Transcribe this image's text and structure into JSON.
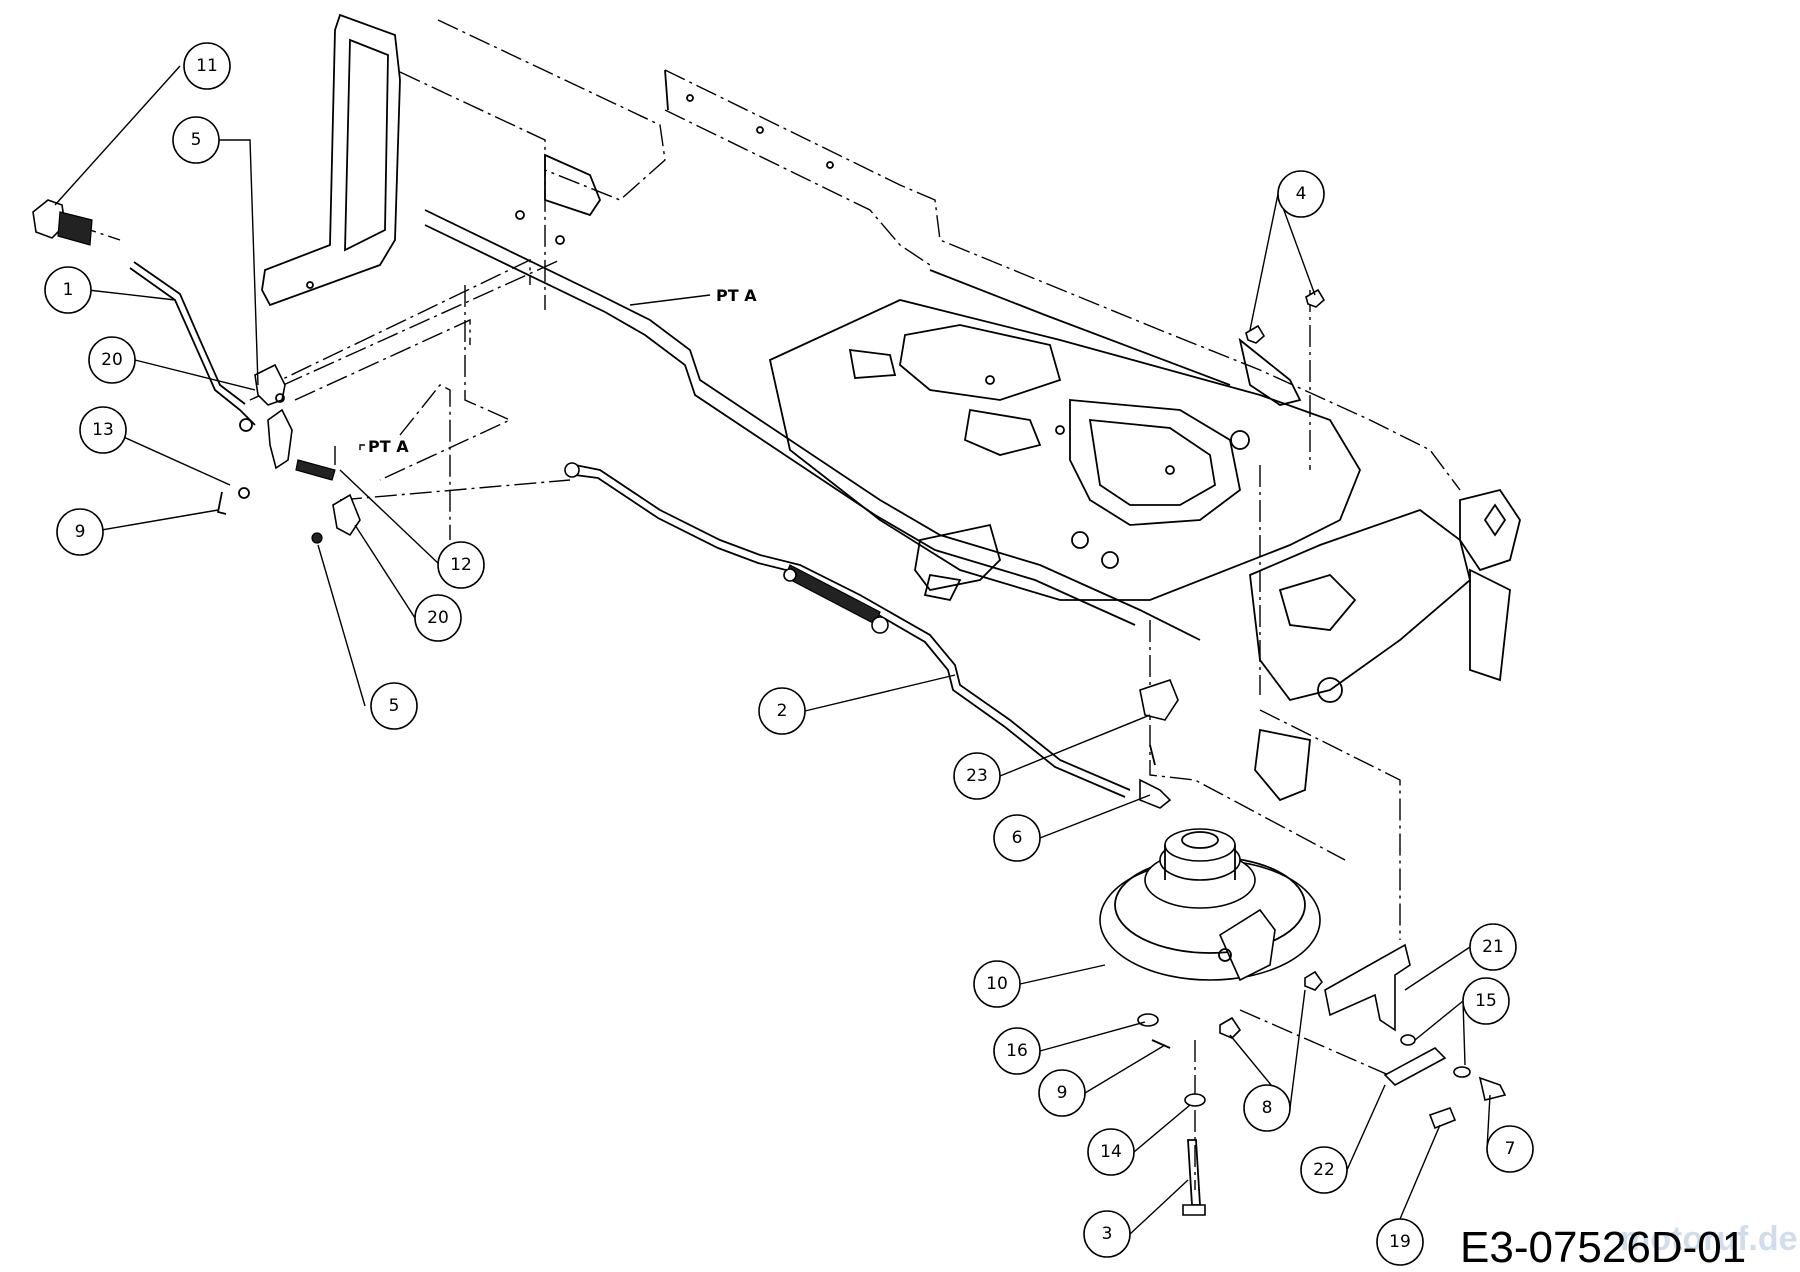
{
  "drawing_number": "E3-07526D-01",
  "watermark": "motoruf.de",
  "reference_labels": [
    "PT A",
    "PT A"
  ],
  "colors": {
    "line": "#000000",
    "background": "#ffffff",
    "watermark": "#c8d8ea"
  },
  "callouts": [
    {
      "id": "c11",
      "label": "11"
    },
    {
      "id": "c5a",
      "label": "5"
    },
    {
      "id": "c1",
      "label": "1"
    },
    {
      "id": "c20a",
      "label": "20"
    },
    {
      "id": "c13",
      "label": "13"
    },
    {
      "id": "c9a",
      "label": "9"
    },
    {
      "id": "c12",
      "label": "12"
    },
    {
      "id": "c20b",
      "label": "20"
    },
    {
      "id": "c5b",
      "label": "5"
    },
    {
      "id": "c4",
      "label": "4"
    },
    {
      "id": "c2",
      "label": "2"
    },
    {
      "id": "c23",
      "label": "23"
    },
    {
      "id": "c6",
      "label": "6"
    },
    {
      "id": "c10",
      "label": "10"
    },
    {
      "id": "c16",
      "label": "16"
    },
    {
      "id": "c9b",
      "label": "9"
    },
    {
      "id": "c14",
      "label": "14"
    },
    {
      "id": "c3",
      "label": "3"
    },
    {
      "id": "c8",
      "label": "8"
    },
    {
      "id": "c21",
      "label": "21"
    },
    {
      "id": "c15",
      "label": "15"
    },
    {
      "id": "c22",
      "label": "22"
    },
    {
      "id": "c7",
      "label": "7"
    },
    {
      "id": "c19",
      "label": "19"
    }
  ]
}
